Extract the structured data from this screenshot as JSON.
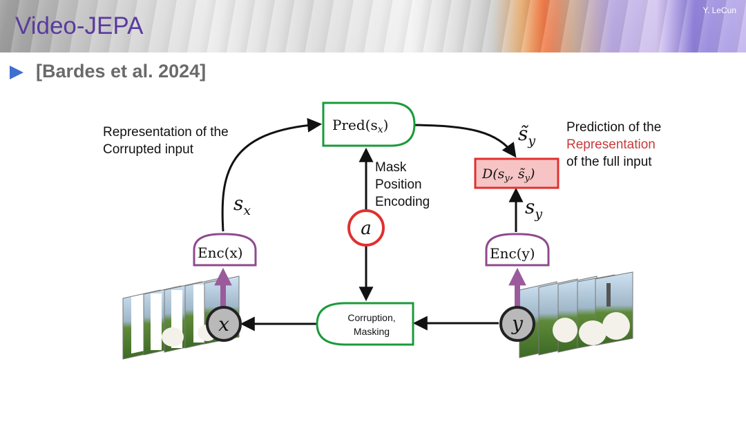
{
  "slide": {
    "title": "Video-JEPA",
    "author": "Y. LeCun",
    "bullet": "[Bardes et al. 2024]"
  },
  "diagram": {
    "pred_label": "Pred(s",
    "pred_sub": "x",
    "pred_close": ")",
    "d_label_prefix": "D(s",
    "d_label_sub1": "y",
    "d_label_mid": ", s̃",
    "d_label_sub2": "y",
    "d_label_close": ")",
    "enc_x_label": "Enc(x)",
    "enc_y_label": "Enc(y)",
    "a_label": "a",
    "x_label": "x",
    "y_label": "y",
    "sx_main": "s",
    "sx_sub": "x",
    "sy_main": "s",
    "sy_sub": "y",
    "sy_tilde_main": "s̃",
    "sy_tilde_sub": "y",
    "corruption_line1": "Corruption,",
    "corruption_line2": "Masking",
    "left_note_line1": "Representation of the",
    "left_note_line2": "Corrupted input",
    "mask_line1": "Mask",
    "mask_line2": "Position",
    "mask_line3": "Encoding",
    "right_note_line1": "Prediction of the",
    "right_note_line2": "Representation",
    "right_note_line3": "of the full input",
    "colors": {
      "green": "#1a9a3a",
      "purple": "#8e4a8e",
      "red": "#e03030",
      "red_fill": "#f6c4c4",
      "red_text": "#c83a3a",
      "dark": "#333333"
    }
  }
}
